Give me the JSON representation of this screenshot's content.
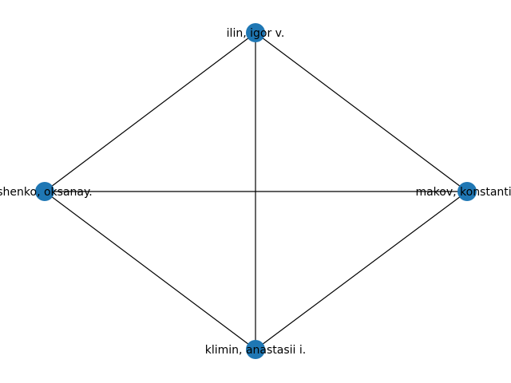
{
  "graph": {
    "node_color": "#1f77b4",
    "edge_color": "#000000",
    "nodes": [
      {
        "id": "top",
        "label": "ilin, igor v."
      },
      {
        "id": "left",
        "label": "shenko, oksanay."
      },
      {
        "id": "right",
        "label": "makov, konstantin"
      },
      {
        "id": "bottom",
        "label": "klimin, anastasii i."
      }
    ],
    "edges": [
      [
        "top",
        "left"
      ],
      [
        "top",
        "right"
      ],
      [
        "top",
        "bottom"
      ],
      [
        "left",
        "right"
      ],
      [
        "left",
        "bottom"
      ],
      [
        "right",
        "bottom"
      ]
    ]
  }
}
